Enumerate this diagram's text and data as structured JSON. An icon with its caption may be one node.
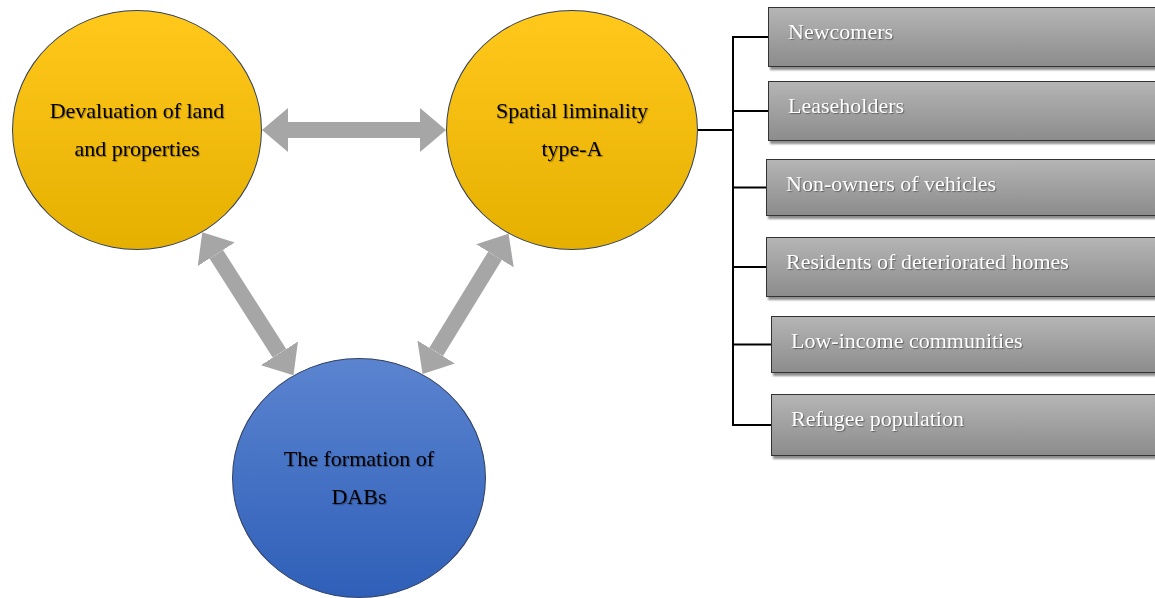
{
  "diagram": {
    "nodes": [
      {
        "text": [
          "Devaluation of land and properties"
        ]
      },
      {
        "text": [
          "Spatial liminality type-A"
        ]
      },
      {
        "text": [
          "The formation of DABs"
        ]
      },
      {
        "text": [
          "Newcomers"
        ]
      },
      {
        "text": [
          "Leaseholders"
        ]
      },
      {
        "text": [
          "Non-owners of vehicles"
        ]
      },
      {
        "text": [
          "Residents of deteriorated homes"
        ]
      },
      {
        "text": [
          "Low-income communities"
        ]
      },
      {
        "text": [
          "Refugee population"
        ]
      }
    ],
    "edges": [
      {
        "from": 0,
        "to": 1,
        "arrow": "both",
        "style": "thick",
        "color": "#a6a6a6"
      },
      {
        "from": 0,
        "to": 2,
        "arrow": "both",
        "style": "thick",
        "color": "#a6a6a6"
      },
      {
        "from": 1,
        "to": 2,
        "arrow": "both",
        "style": "thick",
        "color": "#a6a6a6"
      },
      {
        "from": 1,
        "to": 3,
        "arrow": "none"
      },
      {
        "from": 1,
        "to": 4,
        "arrow": "none"
      },
      {
        "from": 1,
        "to": 5,
        "arrow": "none"
      },
      {
        "from": 1,
        "to": 6,
        "arrow": "none"
      },
      {
        "from": 1,
        "to": 7,
        "arrow": "none"
      },
      {
        "from": 1,
        "to": 8,
        "arrow": "none"
      }
    ]
  }
}
